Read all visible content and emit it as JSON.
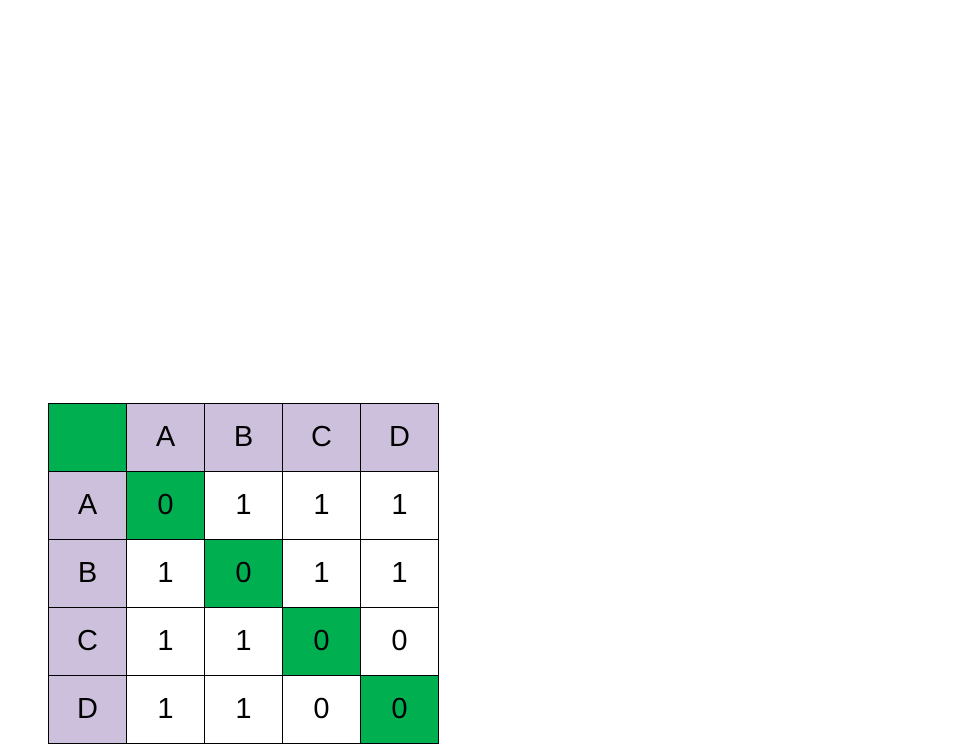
{
  "matrix": {
    "column_headers": [
      "A",
      "B",
      "C",
      "D"
    ],
    "row_headers": [
      "A",
      "B",
      "C",
      "D"
    ],
    "cells": [
      [
        "0",
        "1",
        "1",
        "1"
      ],
      [
        "1",
        "0",
        "1",
        "1"
      ],
      [
        "1",
        "1",
        "0",
        "0"
      ],
      [
        "1",
        "1",
        "0",
        "0"
      ]
    ],
    "colors": {
      "header_fill": "#cdc0dc",
      "highlight_fill": "#00b050",
      "cell_fill": "#ffffff",
      "border": "#000000"
    }
  }
}
